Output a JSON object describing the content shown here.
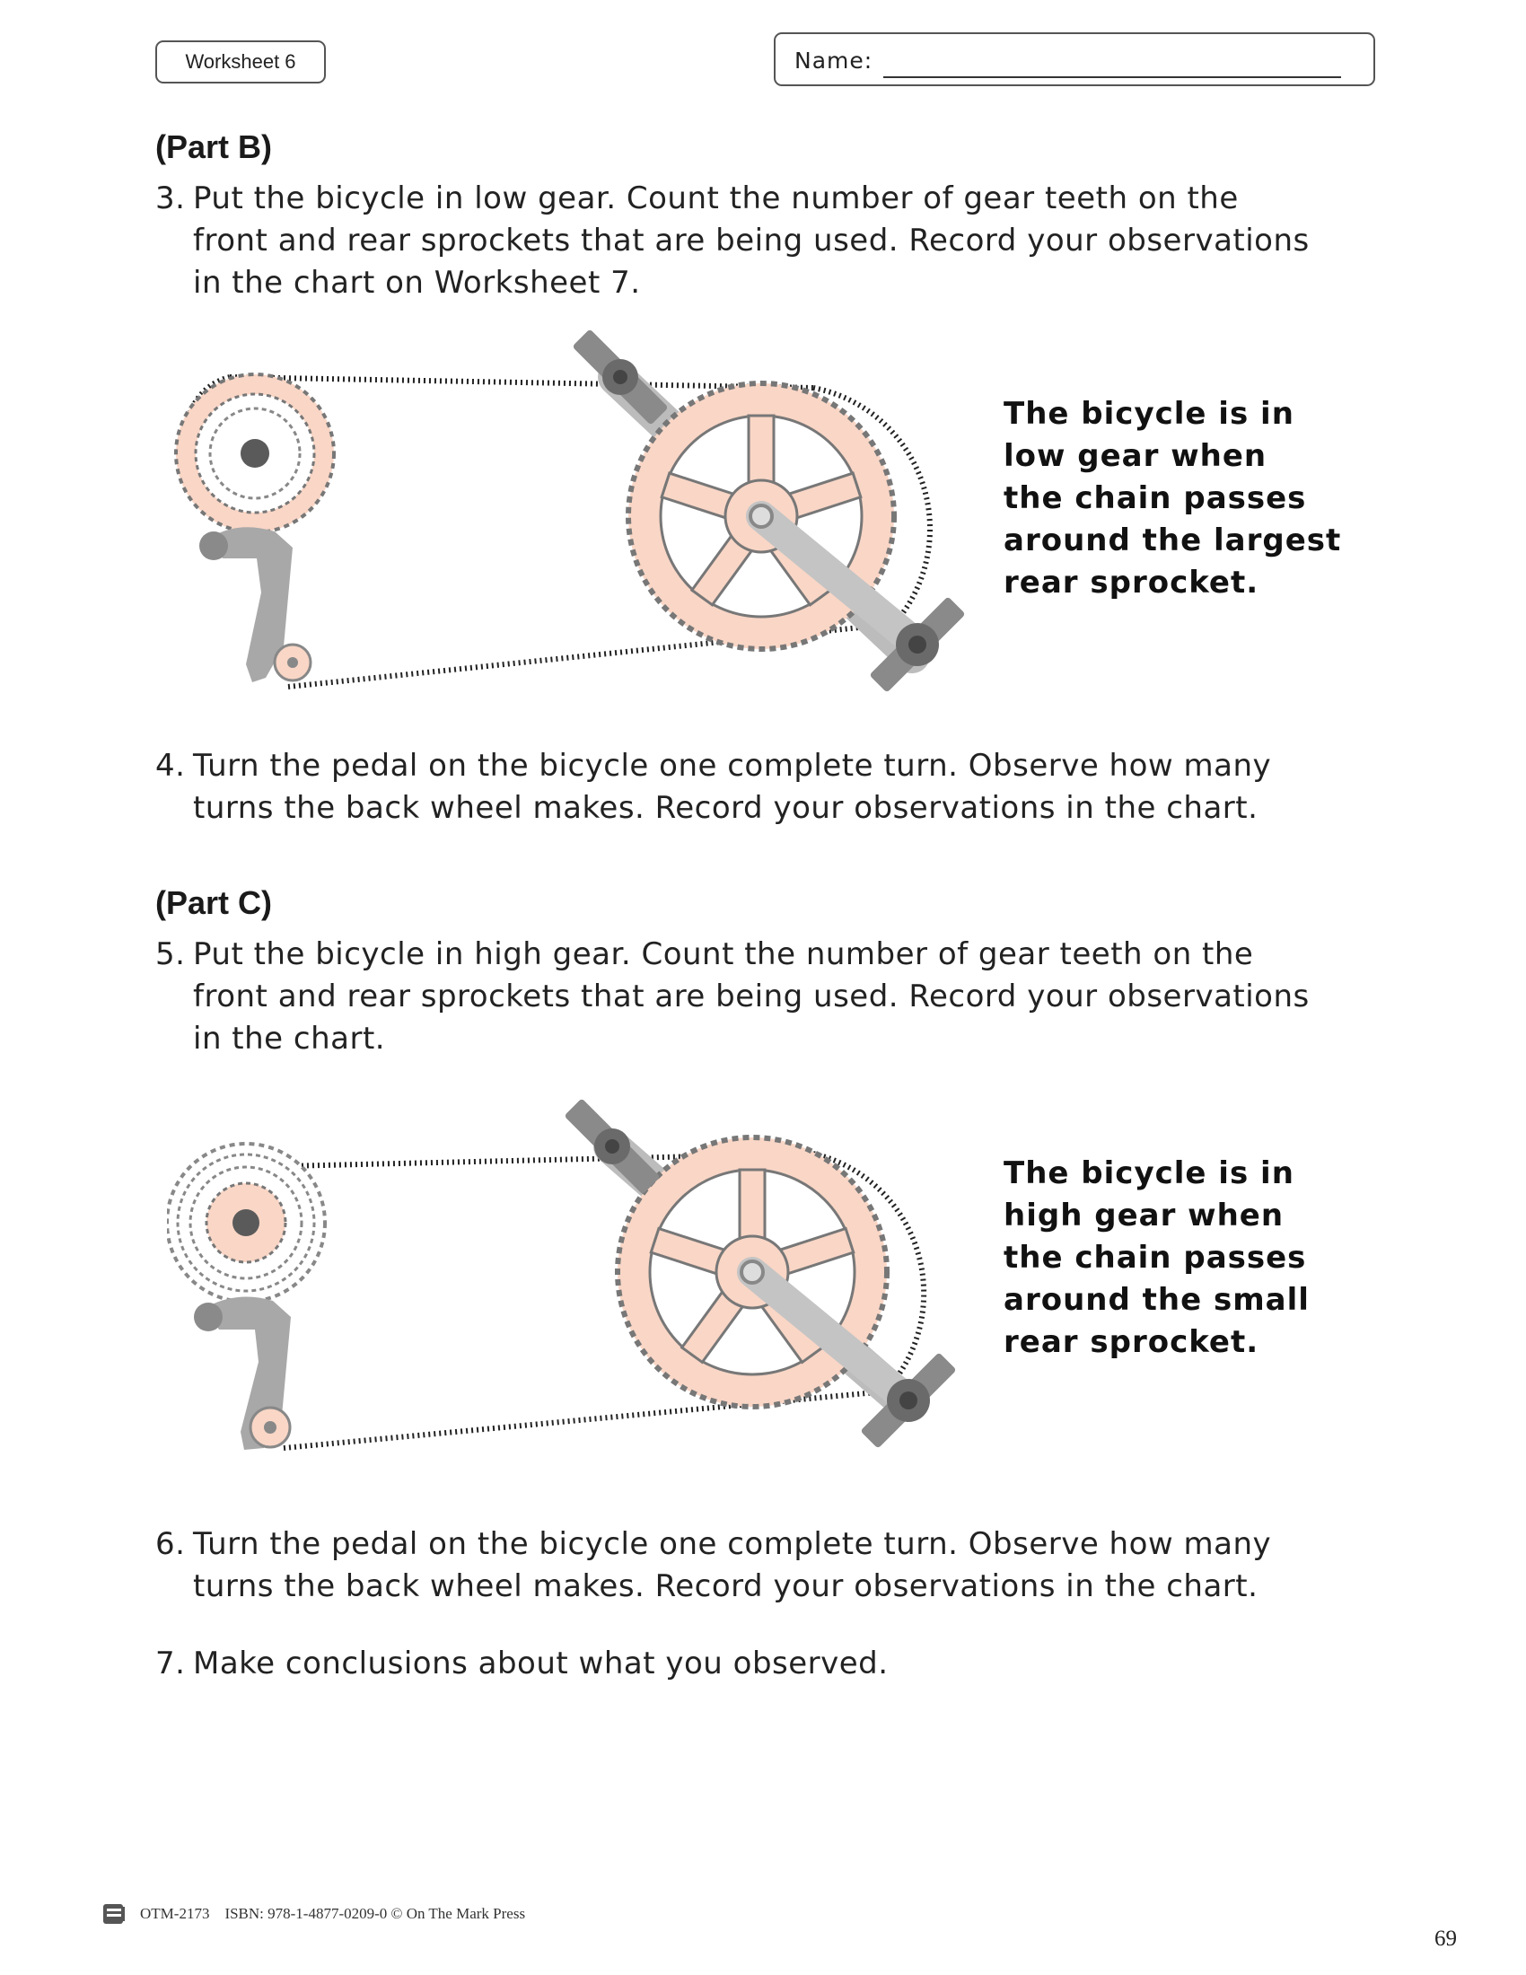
{
  "header": {
    "worksheet_label": "Worksheet 6",
    "name_label": "Name:"
  },
  "part_b": {
    "heading": "(Part B)",
    "step3": {
      "number": "3.",
      "lines": [
        "Put the bicycle in low gear. Count the number of gear teeth on the",
        "front and rear sprockets that are being used. Record your observations",
        "in the chart on Worksheet 7."
      ]
    },
    "note": [
      "The bicycle is in",
      "low gear when",
      "the chain passes",
      "around the largest",
      "rear sprocket."
    ],
    "step4": {
      "number": "4.",
      "lines": [
        "Turn the pedal on the bicycle one complete turn. Observe how many",
        "turns the back wheel makes. Record your observations in the chart."
      ]
    }
  },
  "part_c": {
    "heading": "(Part C)",
    "step5": {
      "number": "5.",
      "lines": [
        "Put the bicycle in high gear. Count the number of gear teeth on the",
        "front and rear sprockets that are being used. Record your observations",
        "in the chart."
      ]
    },
    "note": [
      "The bicycle is in",
      "high gear when",
      "the chain passes",
      "around the small",
      "rear sprocket."
    ],
    "step6": {
      "number": "6.",
      "lines": [
        "Turn the pedal on the bicycle one complete turn. Observe how many",
        "turns the back wheel makes. Record your observations in the chart."
      ]
    },
    "step7": {
      "number": "7.",
      "lines": [
        "Make conclusions about what you observed."
      ]
    }
  },
  "footer": {
    "credit": "OTM-2173    ISBN: 978-1-4877-0209-0 © On The Mark Press",
    "page_number": "69"
  },
  "colors": {
    "sprocket_fill": "#f9d6c6",
    "metal_gray": "#a8a8a8",
    "dark_gray": "#5a5a5a",
    "chain": "#222222"
  }
}
